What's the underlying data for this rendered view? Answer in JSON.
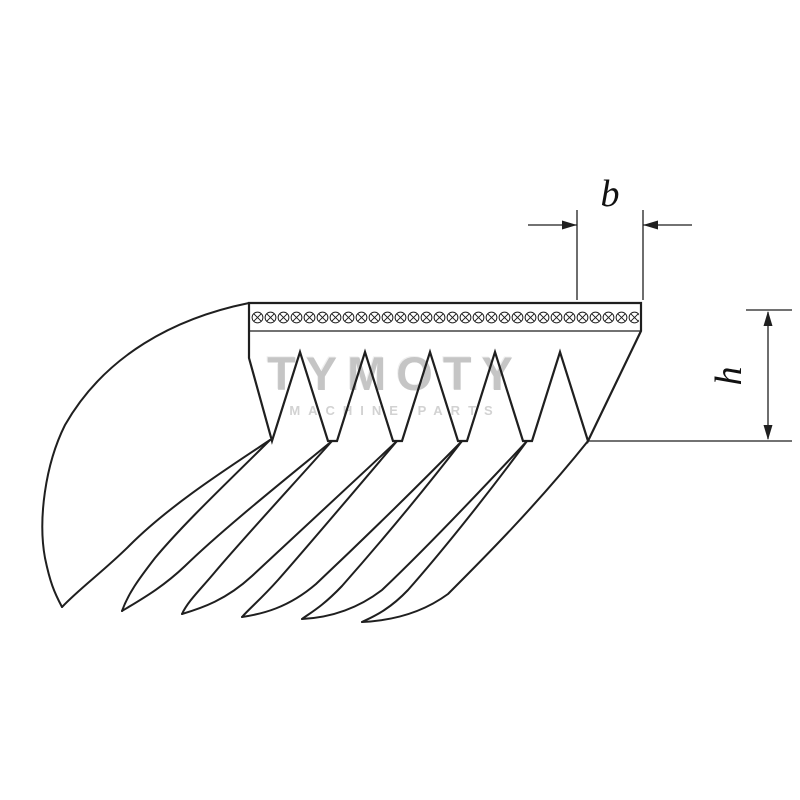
{
  "diagram": {
    "type": "technical-line-drawing",
    "subject": "poly-v-ribbed-belt-profile",
    "dimensions": {
      "b_label": "b",
      "h_label": "h"
    },
    "watermark": {
      "title": "TYMOTY",
      "subtitle": "MACHINE PARTS"
    },
    "counts": {
      "cross_section_grooves": 5,
      "perspective_rib_teeth": 6
    },
    "colors": {
      "line": "#1f1f1f",
      "background": "#ffffff",
      "watermark_title": "#c5c5c5",
      "watermark_subtitle": "#d2d2d2"
    }
  }
}
